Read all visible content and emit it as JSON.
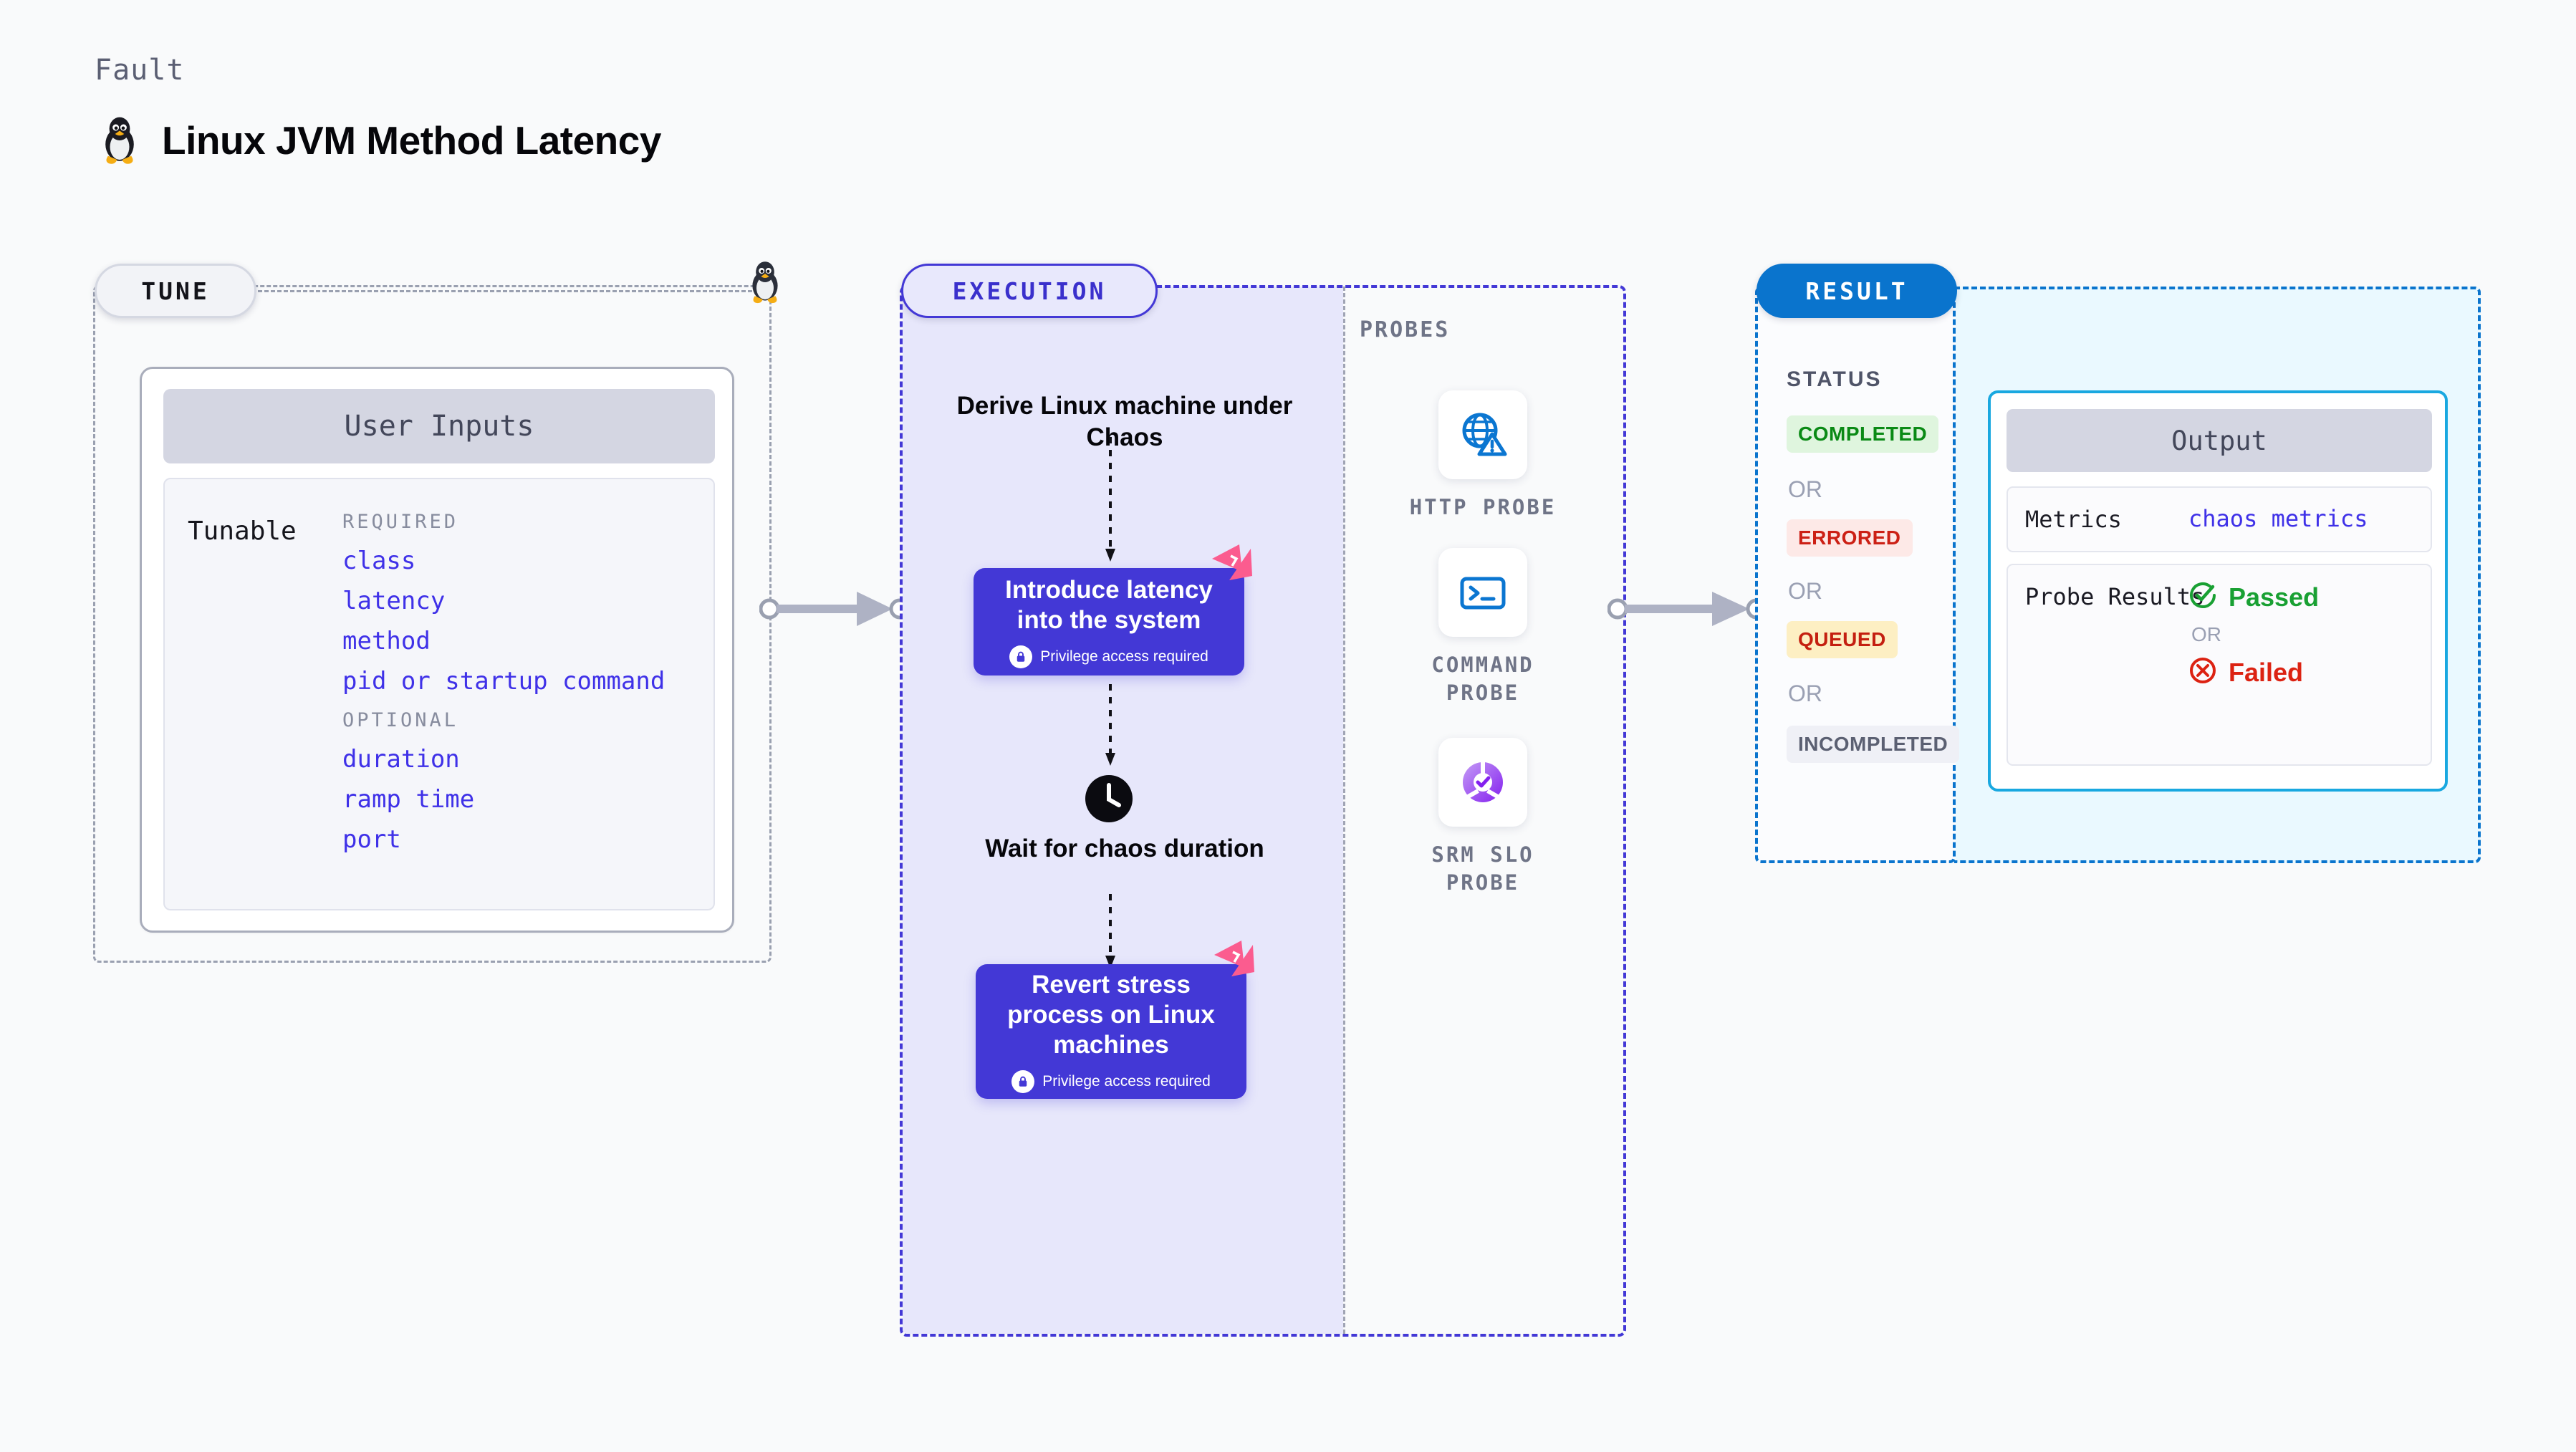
{
  "header": {
    "kicker": "Fault",
    "title": "Linux JVM Method Latency",
    "icon": "linux-tux-icon"
  },
  "stages": {
    "tune": {
      "label": "TUNE"
    },
    "execution": {
      "label": "EXECUTION"
    },
    "result": {
      "label": "RESULT"
    }
  },
  "tune": {
    "card_title": "User Inputs",
    "tunable_label": "Tunable",
    "required_label": "REQUIRED",
    "optional_label": "OPTIONAL",
    "required": [
      "class",
      "latency",
      "method",
      "pid or startup command"
    ],
    "optional": [
      "duration",
      "ramp time",
      "port"
    ]
  },
  "execution": {
    "intro": "Derive Linux machine under Chaos",
    "steps": [
      {
        "text": "Introduce latency into the system",
        "privilege": "Privilege access required"
      },
      {
        "text": "Revert stress process on Linux machines",
        "privilege": "Privilege access required"
      }
    ],
    "wait": {
      "text": "Wait for chaos duration",
      "icon": "clock-icon"
    }
  },
  "probes": {
    "label": "PROBES",
    "items": [
      {
        "name": "HTTP PROBE",
        "icon": "globe-warning-icon"
      },
      {
        "name": "COMMAND PROBE",
        "icon": "terminal-icon"
      },
      {
        "name": "SRM SLO PROBE",
        "icon": "slo-donut-check-icon"
      }
    ]
  },
  "result": {
    "status_label": "STATUS",
    "or_label": "OR",
    "statuses": [
      {
        "label": "COMPLETED",
        "bg": "#dff5de",
        "color": "#0a8a15"
      },
      {
        "label": "ERRORED",
        "bg": "#fde9e7",
        "color": "#cc2015"
      },
      {
        "label": "QUEUED",
        "bg": "#fdefc3",
        "color": "#c41f10"
      },
      {
        "label": "INCOMPLETED",
        "bg": "#eff0f6",
        "color": "#5b6072"
      }
    ],
    "output": {
      "title": "Output",
      "metrics_key": "Metrics",
      "metrics_value": "chaos metrics",
      "probe_results_key": "Probe Results",
      "passed": "Passed",
      "failed": "Failed",
      "or_label": "OR"
    }
  },
  "colors": {
    "accent_indigo": "#4338d6",
    "accent_blue": "#0a74cd",
    "accent_cyan": "#19a8e0",
    "pink_badge": "#fb5c8f",
    "background": "#f9fafb"
  }
}
